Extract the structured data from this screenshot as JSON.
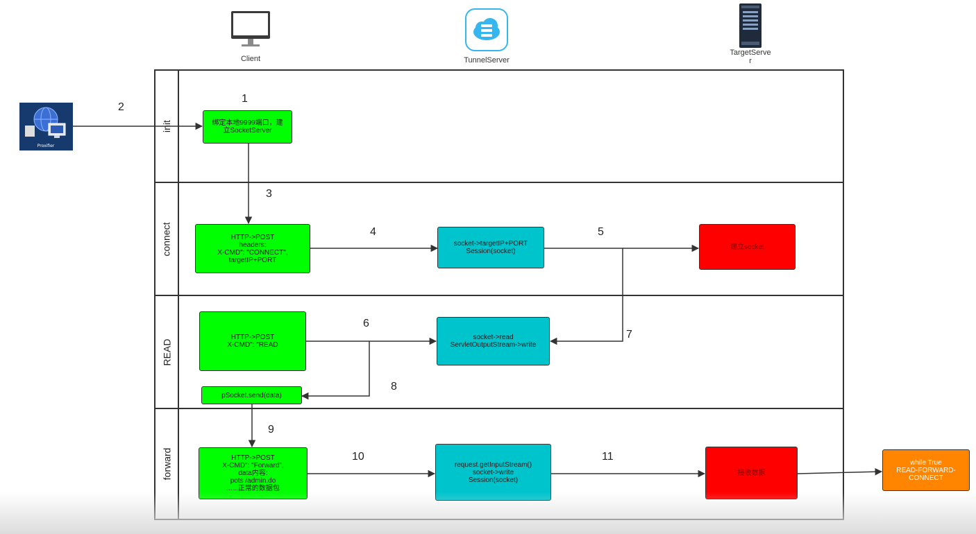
{
  "actors": {
    "client": "Client",
    "tunnel": "TunnelServer",
    "target_line1": "TargetServe",
    "target_line2": "r"
  },
  "proxy_label": "Proxifier",
  "lanes": [
    "init",
    "connect",
    "READ",
    "forward"
  ],
  "steps": [
    "1",
    "2",
    "3",
    "4",
    "5",
    "6",
    "7",
    "8",
    "9",
    "10",
    "11"
  ],
  "boxes": {
    "bind": [
      "绑定本地9999端口，建",
      "立SocketServer"
    ],
    "http_connect": [
      "HTTP->POST",
      "headers:",
      "X-CMD\": \"CONNECT\",",
      "targetIP+PORT"
    ],
    "socket_target": [
      "socket->targetIP+PORT",
      "Session(socket)"
    ],
    "establish": [
      "建立socket"
    ],
    "http_read": [
      "HTTP->POST",
      "X-CMD\": \"READ"
    ],
    "socket_read": [
      "socket->read",
      "ServletOutputStream->write"
    ],
    "psocket": [
      "pSocket.send(data)"
    ],
    "http_forward": [
      "HTTP->POST",
      "X-CMD\": \"Forward\",",
      "data内容:",
      "pots /admin.do",
      "......正常的数据包"
    ],
    "request_stream": [
      "request.getInputStream()",
      "socket->write",
      "Session(socket)"
    ],
    "receive": [
      "接收数据"
    ],
    "loop": [
      "while True",
      "READ-FORWARD-",
      "CONNECT"
    ]
  },
  "colors": {
    "green": "#00ff00",
    "cyan": "#00c4cc",
    "red": "#ff0000",
    "orange": "#ff8400"
  }
}
